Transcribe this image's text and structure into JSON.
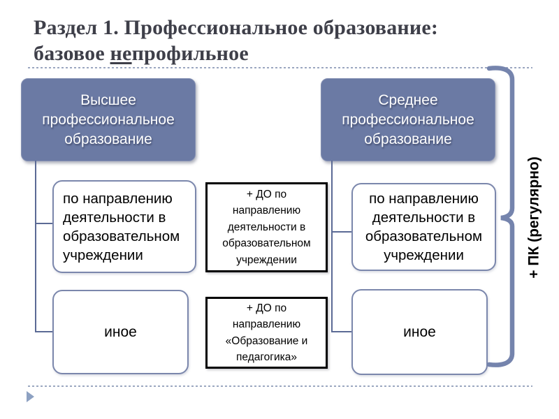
{
  "slide": {
    "title": {
      "line1": "Раздел 1. Профессиональное образование:",
      "line2_prefix": "базовое ",
      "line2_underline": "не",
      "line2_rest": "профильное"
    },
    "tree_left": {
      "root": "Высшее\nпрофессиональное\nобразование",
      "child1": "по направлению\nдеятельности в\nобразовательном\nучреждении",
      "child2": "иное"
    },
    "tree_right": {
      "root": "Среднее\nпрофессиональное\nобразование",
      "child1": "по направлению\nдеятельности в\nобразовательном\nучреждении",
      "child2": "иное"
    },
    "center_notes": {
      "note1": "+ ДО по\nнаправлению\nдеятельности в\nобразовательном\nучреждении",
      "note2": "+ ДО по\nнаправлению\n«Образование и\nпедагогика»"
    },
    "bracket_label": "+ ПК (регулярно)",
    "colors": {
      "title_text": "#3e3f49",
      "root_node_fill": "#6b7aa4",
      "child_box_border": "#7b87ac",
      "connector_line": "#5b6a95",
      "note_border": "#000000",
      "brace": "#7584ad",
      "dashed_rule": "#9ba7c0",
      "footer_bullet": "#8da1c2"
    }
  }
}
